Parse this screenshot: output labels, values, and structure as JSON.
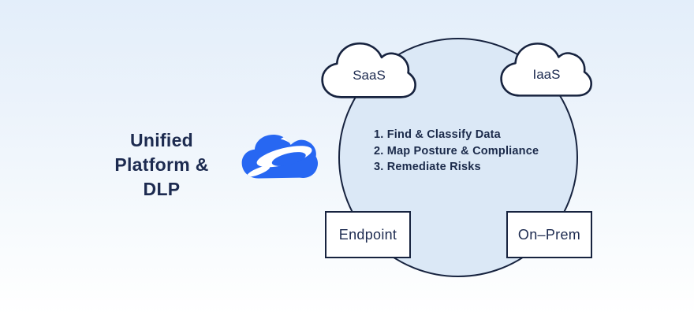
{
  "colors": {
    "navy_stroke": "#17233f",
    "navy_text": "#1d2b50",
    "circle_fill": "#dbe8f6",
    "logo_blue": "#2767f2",
    "background_top": "#e3eefa",
    "background_bottom": "#ffffff"
  },
  "title": {
    "full": "Unified Platform & DLP",
    "lines": [
      "Unified",
      "Platform &",
      "DLP"
    ]
  },
  "logo": {
    "icon": "zscaler-cloud-logo"
  },
  "circle": {
    "steps": [
      "1. Find & Classify Data",
      "2. Map Posture & Compliance",
      "3. Remediate Risks"
    ]
  },
  "clouds": [
    {
      "label": "SaaS"
    },
    {
      "label": "IaaS"
    }
  ],
  "boxes": [
    {
      "label": "Endpoint"
    },
    {
      "label": "On–Prem"
    }
  ]
}
